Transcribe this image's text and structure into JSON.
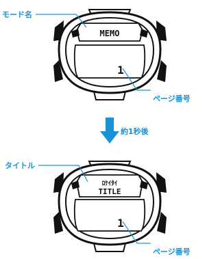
{
  "top": {
    "mode_name_label": "モード名",
    "lcd_text": "MEMO",
    "page_digit": "1",
    "page_number_label": "ページ番号"
  },
  "transition": {
    "label": "約1秒後"
  },
  "bottom": {
    "title_label": "タイトル",
    "lcd_line1": "ﾛｹｲﾀｲ",
    "lcd_line2": "TITLE",
    "page_digit": "1",
    "page_number_label": "ページ番号"
  },
  "colors": {
    "accent": "#1a93d6",
    "outline": "#1a1a1a"
  }
}
